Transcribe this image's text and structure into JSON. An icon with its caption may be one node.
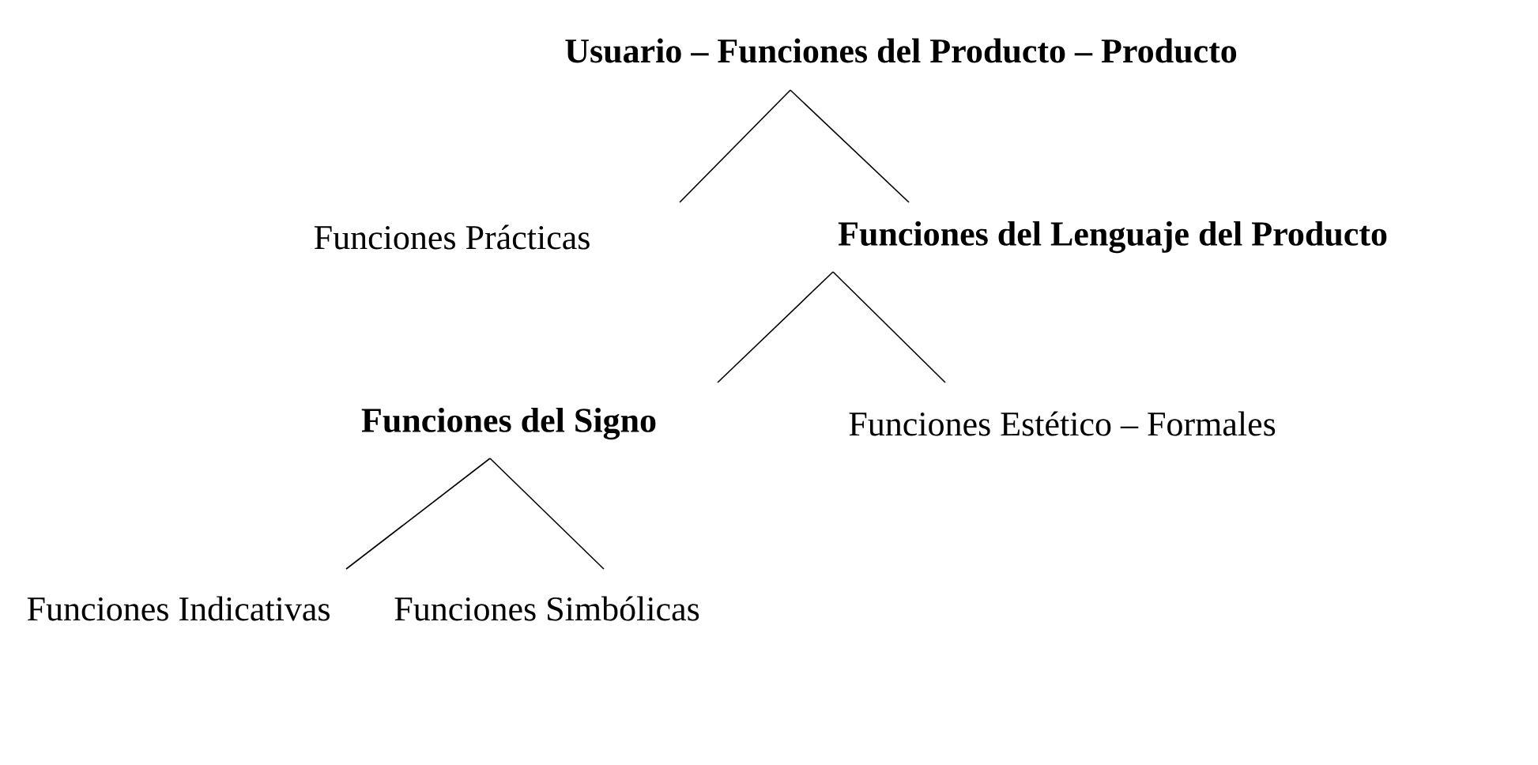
{
  "diagram": {
    "nodes": [
      {
        "text": [
          "**Usuario – Funciones del Producto – Producto**"
        ]
      },
      {
        "text": [
          "Funciones Prácticas"
        ]
      },
      {
        "text": [
          "**Funciones del Lenguaje del Producto**"
        ]
      },
      {
        "text": [
          "**Funciones del Signo**"
        ]
      },
      {
        "text": [
          "Funciones Estético – Formales"
        ]
      },
      {
        "text": [
          "Funciones Indicativas"
        ]
      },
      {
        "text": [
          "Funciones Simbólicas"
        ]
      }
    ],
    "edges": [
      {
        "from": 0,
        "to": 1,
        "arrow": "none"
      },
      {
        "from": 0,
        "to": 2,
        "arrow": "none"
      },
      {
        "from": 2,
        "to": 3,
        "arrow": "none"
      },
      {
        "from": 2,
        "to": 4,
        "arrow": "none"
      },
      {
        "from": 3,
        "to": 5,
        "arrow": "none"
      },
      {
        "from": 3,
        "to": 6,
        "arrow": "none"
      }
    ]
  }
}
